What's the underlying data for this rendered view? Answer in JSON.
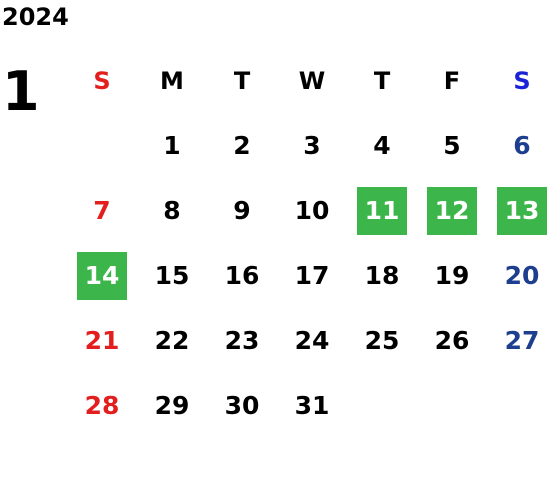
{
  "calendar": {
    "year": "2024",
    "month": "1",
    "weekdays": [
      "S",
      "M",
      "T",
      "W",
      "T",
      "F",
      "S"
    ],
    "weeks": [
      [
        "",
        "1",
        "2",
        "3",
        "4",
        "5",
        "6"
      ],
      [
        "7",
        "8",
        "9",
        "10",
        "11",
        "12",
        "13"
      ],
      [
        "14",
        "15",
        "16",
        "17",
        "18",
        "19",
        "20"
      ],
      [
        "21",
        "22",
        "23",
        "24",
        "25",
        "26",
        "27"
      ],
      [
        "28",
        "29",
        "30",
        "31",
        "",
        "",
        ""
      ]
    ],
    "highlighted_days": [
      "11",
      "12",
      "13",
      "14"
    ],
    "colors": {
      "sunday": "#e21e1e",
      "saturday_header": "#1a23d6",
      "saturday": "#1e3f8f",
      "highlight_bg": "#3cb54a",
      "highlight_text": "#ffffff",
      "default_text": "#000000"
    }
  }
}
